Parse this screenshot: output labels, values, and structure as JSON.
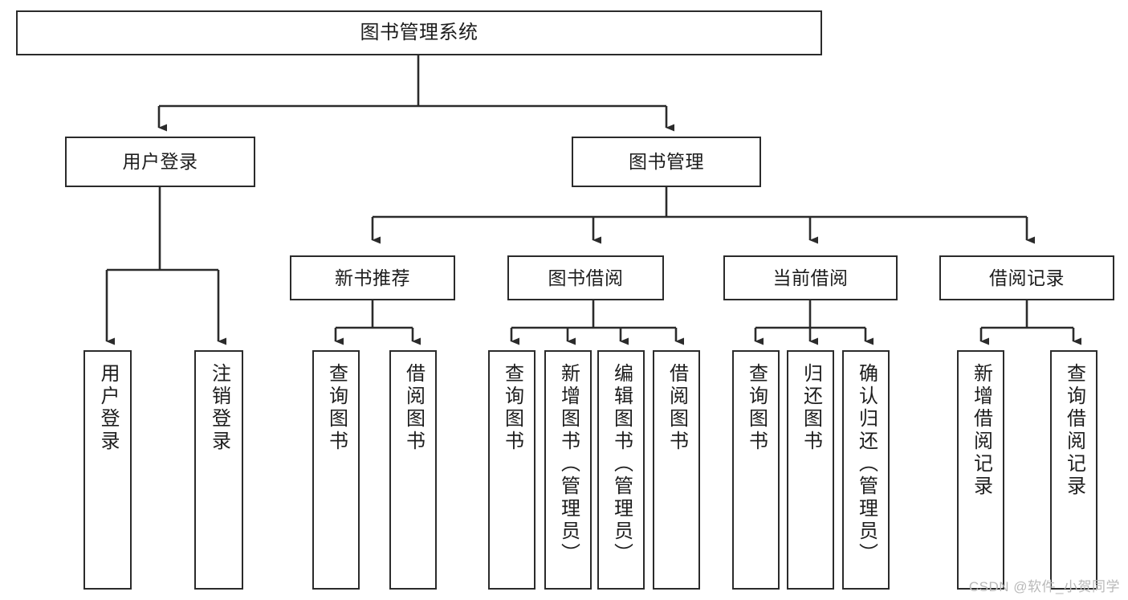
{
  "diagram": {
    "type": "tree-hierarchy",
    "title": "图书管理系统",
    "watermark": "CSDN @软件_小贺同学",
    "colors": {
      "box_border": "#2b2b2b",
      "box_fill": "#ffffff",
      "connector": "#2b2b2b",
      "text": "#1d1d1d",
      "watermark": "#b9b9b9",
      "background": "#ffffff"
    },
    "nodes": {
      "root": {
        "label": "图书管理系统",
        "level": 1
      },
      "user_login": {
        "label": "用户登录",
        "level": 2
      },
      "book_manage": {
        "label": "图书管理",
        "level": 2
      },
      "new_book_rec": {
        "label": "新书推荐",
        "level": 3
      },
      "book_borrow": {
        "label": "图书借阅",
        "level": 3
      },
      "current_borrow": {
        "label": "当前借阅",
        "level": 3
      },
      "borrow_record": {
        "label": "借阅记录",
        "level": 3
      },
      "leaf_user_login": {
        "label": "用户登录",
        "level": 3
      },
      "leaf_logout": {
        "label": "注销登录",
        "level": 3
      },
      "leaf_query_book_a": {
        "label": "查询图书",
        "level": 4
      },
      "leaf_borrow_book_a": {
        "label": "借阅图书",
        "level": 4
      },
      "leaf_query_book_b": {
        "label": "查询图书",
        "level": 4
      },
      "leaf_add_book": {
        "label": "新增图书（管理员）",
        "level": 4
      },
      "leaf_edit_book": {
        "label": "编辑图书（管理员）",
        "level": 4
      },
      "leaf_borrow_book_b": {
        "label": "借阅图书",
        "level": 4
      },
      "leaf_query_book_c": {
        "label": "查询图书",
        "level": 4
      },
      "leaf_return_book": {
        "label": "归还图书",
        "level": 4
      },
      "leaf_confirm_return": {
        "label": "确认归还（管理员）",
        "level": 4
      },
      "leaf_add_record": {
        "label": "新增借阅记录",
        "level": 4
      },
      "leaf_query_record": {
        "label": "查询借阅记录",
        "level": 4
      }
    },
    "edges": [
      {
        "from": "root",
        "to": "user_login"
      },
      {
        "from": "root",
        "to": "book_manage"
      },
      {
        "from": "user_login",
        "to": "leaf_user_login"
      },
      {
        "from": "user_login",
        "to": "leaf_logout"
      },
      {
        "from": "book_manage",
        "to": "new_book_rec"
      },
      {
        "from": "book_manage",
        "to": "book_borrow"
      },
      {
        "from": "book_manage",
        "to": "current_borrow"
      },
      {
        "from": "book_manage",
        "to": "borrow_record"
      },
      {
        "from": "new_book_rec",
        "to": "leaf_query_book_a"
      },
      {
        "from": "new_book_rec",
        "to": "leaf_borrow_book_a"
      },
      {
        "from": "book_borrow",
        "to": "leaf_query_book_b"
      },
      {
        "from": "book_borrow",
        "to": "leaf_add_book"
      },
      {
        "from": "book_borrow",
        "to": "leaf_edit_book"
      },
      {
        "from": "book_borrow",
        "to": "leaf_borrow_book_b"
      },
      {
        "from": "current_borrow",
        "to": "leaf_query_book_c"
      },
      {
        "from": "current_borrow",
        "to": "leaf_return_book"
      },
      {
        "from": "current_borrow",
        "to": "leaf_confirm_return"
      },
      {
        "from": "borrow_record",
        "to": "leaf_add_record"
      },
      {
        "from": "borrow_record",
        "to": "leaf_query_record"
      }
    ]
  }
}
